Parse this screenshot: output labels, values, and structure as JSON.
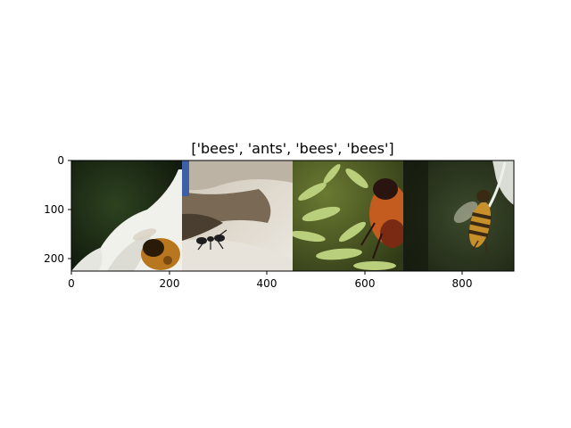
{
  "figure": {
    "title": "['bees', 'ants', 'bees', 'bees']"
  },
  "axes": {
    "x_ticks": [
      "0",
      "200",
      "400",
      "600",
      "800"
    ],
    "y_ticks": [
      "0",
      "100",
      "200"
    ]
  },
  "image_grid": {
    "tiles": [
      {
        "label": "bees",
        "subject": "bee on white daisy petal",
        "colors": {
          "bg": "#1a2a12",
          "petal": "#f2f2ee",
          "body": "#b3701c",
          "dark": "#2a1a08"
        }
      },
      {
        "label": "ants",
        "subject": "ant on pale wood",
        "colors": {
          "bg": "#d9d2c6",
          "shadow": "#6a5a48",
          "body": "#1e1e1e",
          "accent": "#3c5fa8"
        }
      },
      {
        "label": "bees",
        "subject": "bee on green conifer sprigs",
        "colors": {
          "bg": "#4a5a22",
          "leaf": "#b6cc78",
          "body": "#c25a1e",
          "dark": "#3a1a10"
        }
      },
      {
        "label": "bees",
        "subject": "honeybee in flight",
        "colors": {
          "bg": "#29331e",
          "body": "#c8902a",
          "stripe": "#3a2a14",
          "wing": "#d6d6c2"
        }
      }
    ]
  }
}
